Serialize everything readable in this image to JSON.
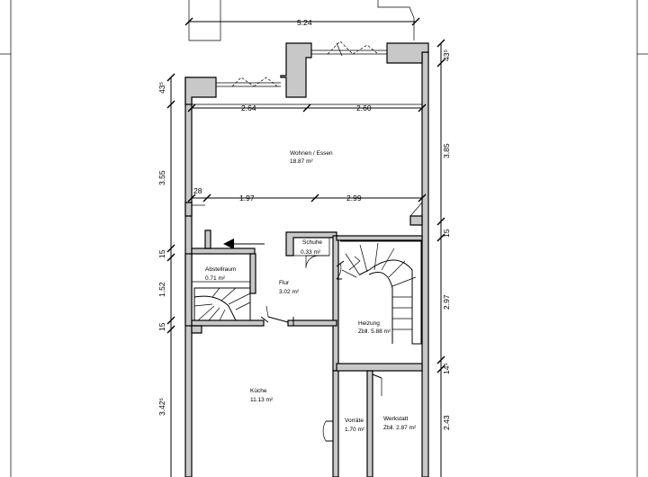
{
  "rooms": {
    "wohnen_name": "Wohnen / Essen",
    "wohnen_area": "18.87 m²",
    "schuhe_name": "Schuhe",
    "schuhe_area": "0.33 m²",
    "abstell_name": "Abstellraum",
    "abstell_area": "0.71 m²",
    "flur_name": "Flur",
    "flur_area": "3.02 m²",
    "heizung_name": "Heizung",
    "heizung_area": "Zbll. 5.88 m²",
    "kueche_name": "Küche",
    "kueche_area": "11.13 m²",
    "vorraete_name": "Vorräte",
    "vorraete_area": "1.70 m²",
    "werkstatt_name": "Werkstatt",
    "werkstatt_area": "Zbll. 2.87 m²"
  },
  "dimensions": {
    "top_total": "5.24",
    "top_left": "2.64",
    "top_right": "2.60",
    "mid_left": "1.97",
    "mid_right": "2.99",
    "mid_offset": "28",
    "left_43": "43⁵",
    "left_355": "3.55",
    "left_15a": "15",
    "left_152": "1.52",
    "left_15b": "15",
    "left_342": "3.42⁵",
    "right_43": "43⁵",
    "right_385": "3.85",
    "right_15": "15",
    "right_297": "2.97",
    "right_14": "14⁵",
    "right_243": "2.43"
  }
}
